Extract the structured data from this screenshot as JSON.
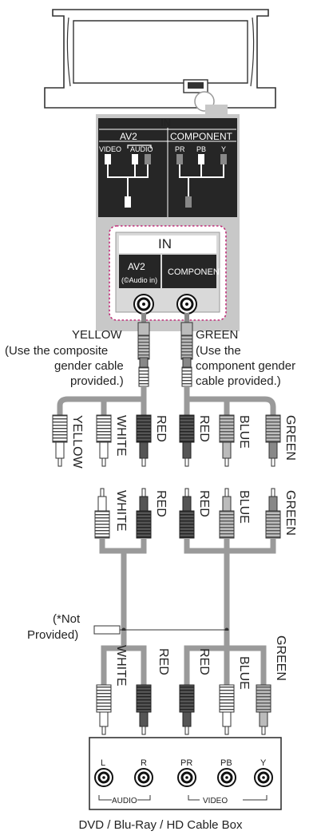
{
  "tv_panel": {
    "title": "IN",
    "av2": "AV2",
    "component": "COMPONENT",
    "video": "VIDEO",
    "audio": "AUDIO",
    "pr": "PR",
    "pb": "PB",
    "y": "Y"
  },
  "jack_panel": {
    "title": "IN",
    "av2_label": "AV2",
    "audio_in": "(©Audio in)",
    "component_label": "COMPONENT"
  },
  "gender_cables": {
    "left_color": "YELLOW",
    "left_note_1": "(Use the composite",
    "left_note_2": "gender cable",
    "left_note_3": "provided.)",
    "right_color": "GREEN",
    "right_note_1": "(Use the",
    "right_note_2": "component gender",
    "right_note_3": "cable provided.)"
  },
  "plug_labels": {
    "yellow": "YELLOW",
    "white": "WHITE",
    "red": "RED",
    "blue": "BLUE",
    "green": "GREEN"
  },
  "not_provided": {
    "line1": "(*Not",
    "line2": "Provided)"
  },
  "device_panel": {
    "l": "L",
    "r": "R",
    "pr": "PR",
    "pb": "PB",
    "y": "Y",
    "audio": "AUDIO",
    "video": "VIDEO"
  },
  "caption": "DVD / Blu-Ray / HD Cable Box",
  "colors": {
    "panel_gray": "#c8c8c8",
    "dark_panel": "#262626",
    "highlight_dash": "#c0307a",
    "cable_gray": "#9a9a9a"
  }
}
